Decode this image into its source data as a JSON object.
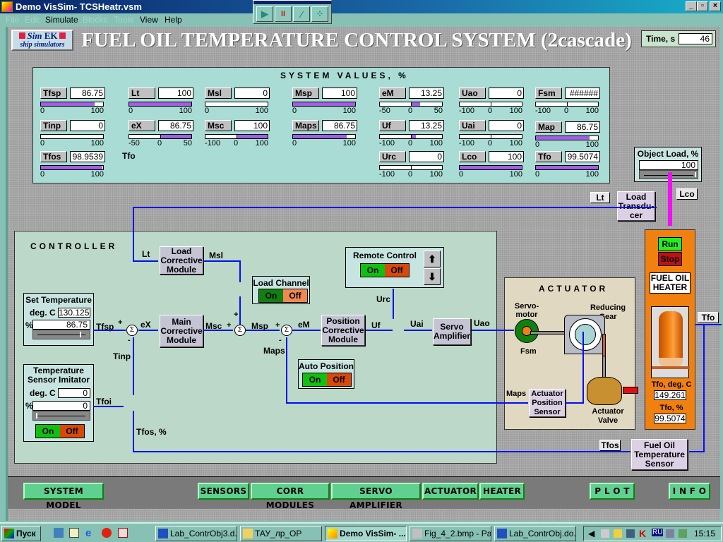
{
  "window": {
    "title": "Demo VisSim- TCSHeatr.vsm",
    "controls": {
      "minimize": "_",
      "maximize": "▫",
      "close": "×"
    }
  },
  "menu": [
    {
      "label": "File",
      "enabled": false
    },
    {
      "label": "Edit",
      "enabled": false
    },
    {
      "label": "Simulate",
      "enabled": true
    },
    {
      "label": "Blocks",
      "enabled": false
    },
    {
      "label": "Tools",
      "enabled": false
    },
    {
      "label": "View",
      "enabled": true
    },
    {
      "label": "Help",
      "enabled": true
    }
  ],
  "sim_toolbar": {
    "play": "▶",
    "pause": "II",
    "step": "step-icon",
    "step_multi": "multi-step-icon"
  },
  "logo": {
    "line1_a": "Sim",
    "line1_b": "EK",
    "line2": "ship simulators"
  },
  "header": {
    "title": "FUEL OIL TEMPERATURE CONTROL SYSTEM (2cascade)",
    "time_label": "Time, s",
    "time_value": "46"
  },
  "system_values": {
    "title": "SYSTEM VALUES, %",
    "gauges": [
      {
        "id": "Tfsp",
        "value": "86.75",
        "min": "0",
        "max": "100",
        "fill": 0.8675
      },
      {
        "id": "Tinp",
        "value": "0",
        "min": "0",
        "max": "100",
        "fill": 0
      },
      {
        "id": "Tfos",
        "value": "98.9539",
        "min": "0",
        "max": "100",
        "fill": 0.99
      },
      {
        "id": "Lt",
        "value": "100",
        "min": "0",
        "max": "100",
        "fill": 1
      },
      {
        "id": "eX",
        "value": "86.75",
        "min": "-50",
        "mid": "0",
        "max": "50",
        "fill": 1,
        "bipolar": true
      },
      {
        "id": "Msl",
        "value": "0",
        "min": "0",
        "max": "100",
        "fill": 0
      },
      {
        "id": "Msc",
        "value": "100",
        "min": "-100",
        "mid": "0",
        "max": "100",
        "fill": 1,
        "bipolar": true
      },
      {
        "id": "Msp",
        "value": "100",
        "min": "0",
        "max": "100",
        "fill": 1
      },
      {
        "id": "Maps",
        "value": "86.75",
        "min": "0",
        "max": "100",
        "fill": 0.8675
      },
      {
        "id": "eM",
        "value": "13.25",
        "min": "-50",
        "mid": "0",
        "max": "50",
        "fill": 0.265,
        "bipolar": true
      },
      {
        "id": "Uf",
        "value": "13.25",
        "min": "-100",
        "mid": "0",
        "max": "100",
        "fill": 0.1325,
        "bipolar": true
      },
      {
        "id": "Urc",
        "value": "0",
        "min": "-100",
        "mid": "0",
        "max": "100",
        "fill": 0,
        "bipolar": true
      },
      {
        "id": "Uao",
        "value": "0",
        "min": "-100",
        "mid": "0",
        "max": "100",
        "fill": 0,
        "bipolar": true
      },
      {
        "id": "Uai",
        "value": "0",
        "min": "-100",
        "mid": "0",
        "max": "100",
        "fill": 0,
        "bipolar": true
      },
      {
        "id": "Lco",
        "value": "100",
        "min": "0",
        "max": "100",
        "fill": 1
      },
      {
        "id": "Fsm",
        "value": "######",
        "min": "-100",
        "mid": "0",
        "max": "100",
        "fill": 0,
        "bipolar": true
      },
      {
        "id": "Map",
        "value": "86.75",
        "min": "0",
        "max": "100",
        "fill": 0.8675
      },
      {
        "id": "Tfo",
        "value": "99.5074",
        "min": "0",
        "max": "100",
        "fill": 0.995
      }
    ],
    "tfo_label": "Tfo"
  },
  "object_load": {
    "label": "Object Load, %",
    "value": "100",
    "level": 1.0
  },
  "load_transducer": {
    "label": "Load Transdu- cer",
    "in_tag": "Lco",
    "out_tag": "Lt"
  },
  "controller": {
    "title": "CONTROLLER",
    "set_temperature": {
      "title": "Set Temperature",
      "deg_label": "deg. C",
      "deg_value": "130.125",
      "pct_label": "%",
      "pct_value": "86.75",
      "level": 0.8675
    },
    "sensor_imitator": {
      "title1": "Temperature",
      "title2": "Sensor Imitator",
      "deg_label": "deg. C",
      "deg_value": "0",
      "pct_label": "%",
      "pct_value": "0",
      "level": 0,
      "on": "On",
      "off": "Off"
    },
    "load_channel": {
      "title": "Load Channel",
      "on": "On",
      "off": "Off"
    },
    "remote_control": {
      "title": "Remote Control",
      "on": "On",
      "off": "Off"
    },
    "auto_position": {
      "title": "Auto Position",
      "on": "On",
      "off": "Off"
    },
    "modules": {
      "load_corrective": "Load Corrective Module",
      "main_corrective": "Main Corrective Module",
      "position_corrective": "Position Corrective Module",
      "servo_amplifier": "Servo Amplifier"
    },
    "signals": {
      "Lt": "Lt",
      "Msl": "Msl",
      "Tfsp": "Tfsp",
      "eX": "eX",
      "Msc": "Msc",
      "Msp": "Msp",
      "eM": "eM",
      "Uf": "Uf",
      "Uai": "Uai",
      "Uao": "Uao",
      "Urc": "Urc",
      "Maps": "Maps",
      "Tinp": "Tinp",
      "Tfoi": "Tfoi",
      "Tfos": "Tfos, %"
    }
  },
  "actuator": {
    "title": "ACTUATOR",
    "servomotor": "Servo- motor",
    "fsm": "Fsm",
    "reducing_gear": "Reducing Gear",
    "position_sensor": "Actuator Position Sensor",
    "valve": "Actuator Valve",
    "maps": "Maps"
  },
  "heater": {
    "run": "Run",
    "stop": "Stop",
    "title": "FUEL OIL HEATER",
    "tfo_deg_label": "Tfo, deg. C",
    "tfo_deg_value": "149.261",
    "tfo_pct_label": "Tfo, %",
    "tfo_pct_value": "99.5074",
    "out_tag": "Tfo"
  },
  "temp_sensor": {
    "label": "Fuel Oil Temperature Sensor",
    "tag": "Tfos"
  },
  "bottom_buttons": {
    "system_model": "SYSTEM MODEL",
    "sensors": "SENSORS",
    "corr_modules": "CORR MODULES",
    "servo_amplifier": "SERVO AMPLIFIER",
    "actuator": "ACTUATOR",
    "heater": "HEATER",
    "plot": "P L O T",
    "info": "I N F O"
  },
  "taskbar": {
    "start": "Пуск",
    "tasks": [
      {
        "label": "Lab_ContrObj3.d...",
        "icon": "word-icon"
      },
      {
        "label": "ТАУ_лр_ОР",
        "icon": "folder-icon"
      },
      {
        "label": "Demo VisSim- ...",
        "icon": "vissim-icon",
        "active": true
      },
      {
        "label": "Fig_4_2.bmp - Pa...",
        "icon": "paint-icon"
      },
      {
        "label": "Lab_ContrObj.do...",
        "icon": "word-icon"
      }
    ],
    "lang": "RU",
    "clock": "15:15"
  }
}
